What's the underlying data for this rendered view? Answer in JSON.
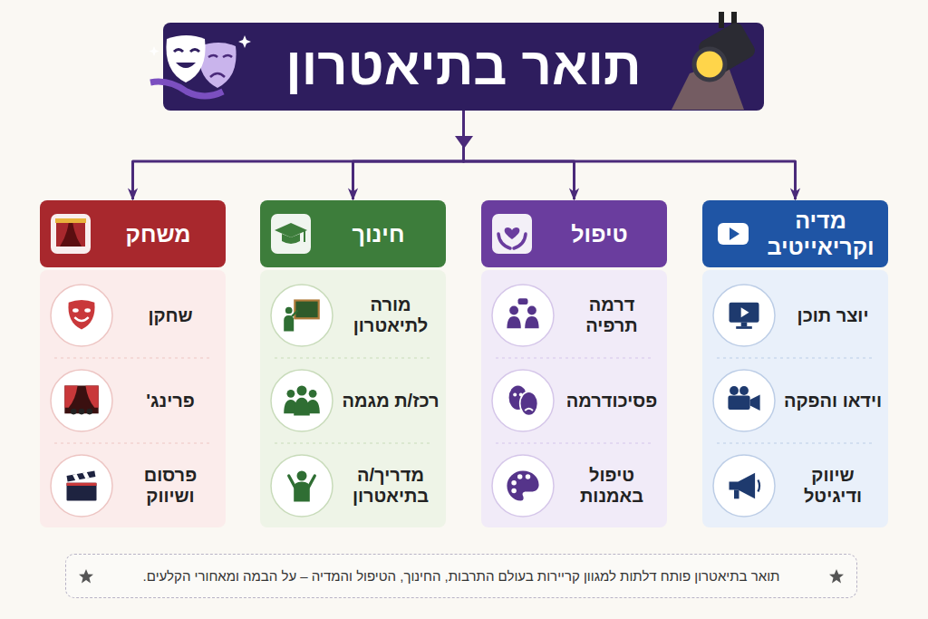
{
  "diagram": {
    "nodes": [
      {
        "text": [
          "תואר בתיאטרון"
        ]
      },
      {
        "text": [
          "מדיה וקריאייטיב",
          "יוצר תוכן",
          "וידאו והפקה",
          "שיווק ודיגיטל"
        ]
      },
      {
        "text": [
          "טיפול",
          "דרמה תרפיה",
          "פסיכודרמה",
          "טיפול באמנות"
        ]
      },
      {
        "text": [
          "חינוך",
          "מורה לתיאטרון",
          "רכז/ת מגמה",
          "מדריך/ה בתיאטרון"
        ]
      },
      {
        "text": [
          "משחק",
          "שחקן",
          "פרינג'",
          "פרסום ושיווק"
        ]
      }
    ],
    "edges": [
      {
        "from": 0,
        "to": 1,
        "arrow": "to"
      },
      {
        "from": 0,
        "to": 2,
        "arrow": "to"
      },
      {
        "from": 0,
        "to": 3,
        "arrow": "to"
      },
      {
        "from": 0,
        "to": 4,
        "arrow": "to"
      }
    ],
    "caption": "תואר בתיאטרון פותח דלתות למגוון קריירות בעולם התרבות, החינוך, הטיפול והמדיה – על הבמה ומאחורי הקלעים."
  }
}
